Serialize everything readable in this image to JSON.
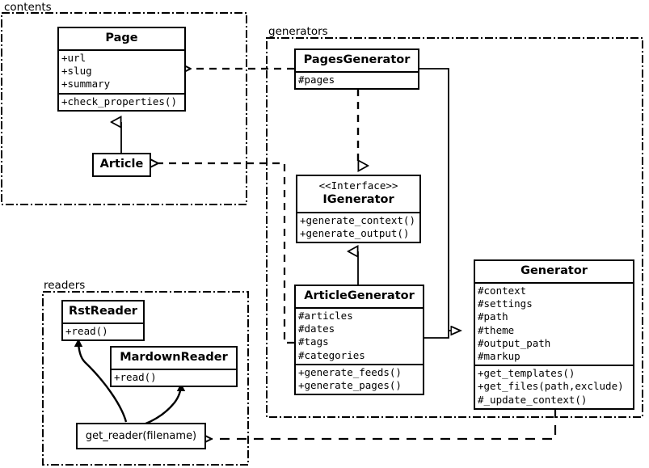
{
  "diagram": {
    "type": "uml-class-diagram",
    "packages": [
      {
        "id": "contents",
        "label": "contents"
      },
      {
        "id": "generators",
        "label": "generators"
      },
      {
        "id": "readers",
        "label": "readers"
      }
    ],
    "classes": [
      {
        "id": "page",
        "name": "Page",
        "package": "contents",
        "stereotype": "",
        "attributes": [
          "+url",
          "+slug",
          "+summary"
        ],
        "operations": [
          "+check_properties()"
        ]
      },
      {
        "id": "article",
        "name": "Article",
        "package": "contents",
        "stereotype": "",
        "attributes": [],
        "operations": []
      },
      {
        "id": "pagesgenerator",
        "name": "PagesGenerator",
        "package": "generators",
        "stereotype": "",
        "attributes": [
          "#pages"
        ],
        "operations": []
      },
      {
        "id": "igenerator",
        "name": "IGenerator",
        "package": "generators",
        "stereotype": "<<Interface>>",
        "attributes": [],
        "operations": [
          "+generate_context()",
          "+generate_output()"
        ]
      },
      {
        "id": "articlegenerator",
        "name": "ArticleGenerator",
        "package": "generators",
        "stereotype": "",
        "attributes": [
          "#articles",
          "#dates",
          "#tags",
          "#categories"
        ],
        "operations": [
          "+generate_feeds()",
          "+generate_pages()"
        ]
      },
      {
        "id": "generator",
        "name": "Generator",
        "package": "generators",
        "stereotype": "",
        "attributes": [
          "#context",
          "#settings",
          "#path",
          "#theme",
          "#output_path",
          "#markup"
        ],
        "operations": [
          "+get_templates()",
          "+get_files(path,exclude)",
          "#_update_context()"
        ]
      },
      {
        "id": "rstreader",
        "name": "RstReader",
        "package": "readers",
        "stereotype": "",
        "attributes": [],
        "operations": [
          "+read()"
        ]
      },
      {
        "id": "mardownreader",
        "name": "MardownReader",
        "package": "readers",
        "stereotype": "",
        "attributes": [],
        "operations": [
          "+read()"
        ]
      },
      {
        "id": "get_reader",
        "name": "get_reader(filename)",
        "package": "readers",
        "stereotype": "",
        "attributes": [],
        "operations": []
      }
    ],
    "relations": [
      {
        "from": "article",
        "to": "page",
        "kind": "generalization"
      },
      {
        "from": "pagesgenerator",
        "to": "igenerator",
        "kind": "realization"
      },
      {
        "from": "articlegenerator",
        "to": "igenerator",
        "kind": "generalization"
      },
      {
        "from": "pagesgenerator",
        "to": "generator",
        "kind": "generalization"
      },
      {
        "from": "articlegenerator",
        "to": "generator",
        "kind": "generalization"
      },
      {
        "from": "pagesgenerator",
        "to": "page",
        "kind": "dependency"
      },
      {
        "from": "articlegenerator",
        "to": "article",
        "kind": "dependency"
      },
      {
        "from": "generator",
        "to": "get_reader",
        "kind": "dependency"
      },
      {
        "from": "get_reader",
        "to": "rstreader",
        "kind": "association"
      },
      {
        "from": "get_reader",
        "to": "mardownreader",
        "kind": "association"
      }
    ],
    "colors": {
      "stroke": "#000000",
      "fill": "#ffffff",
      "text": "#000000"
    }
  }
}
